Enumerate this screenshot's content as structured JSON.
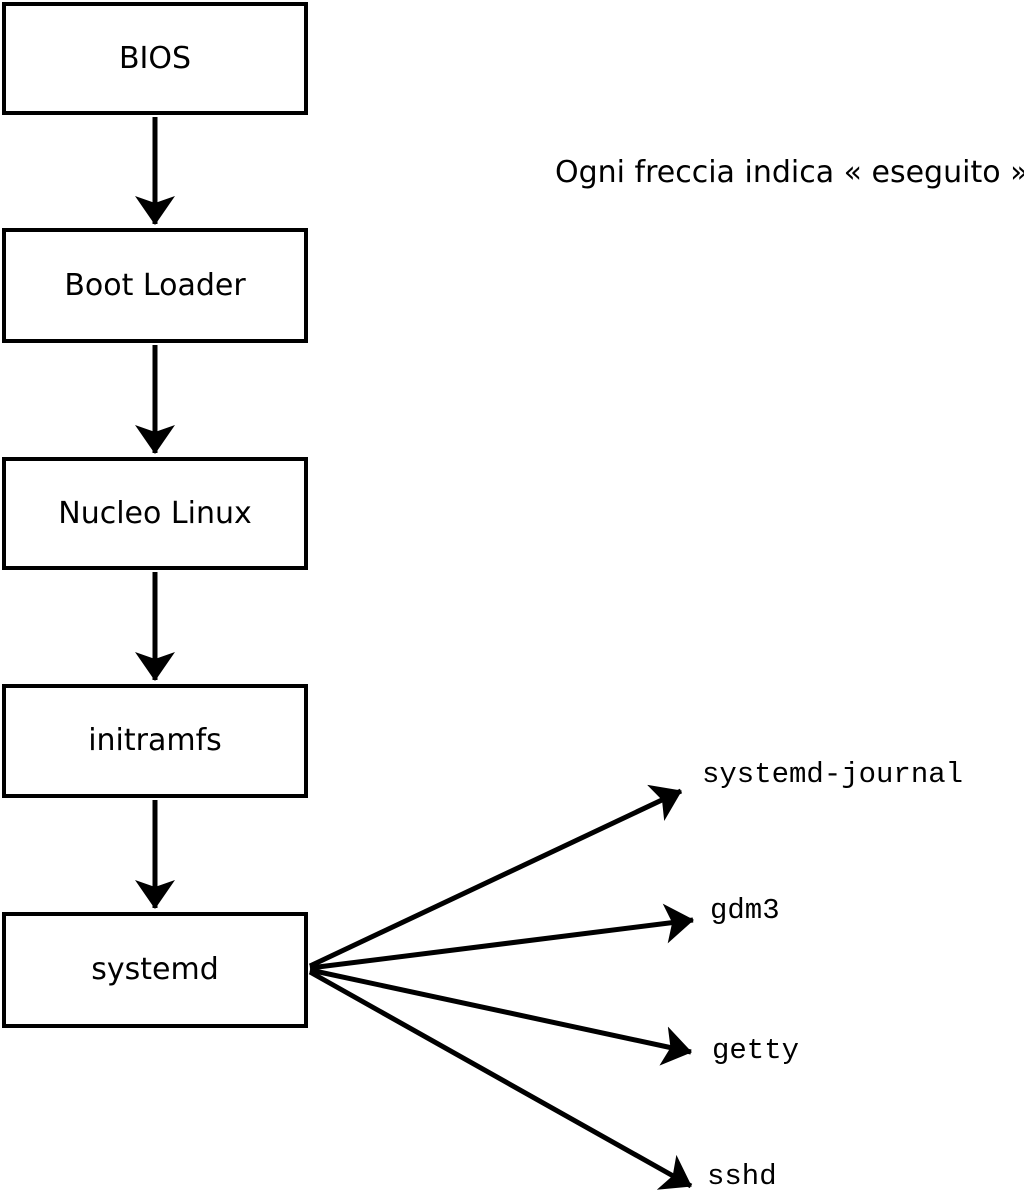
{
  "diagram": {
    "caption": "Ogni freccia indica « eseguito ».",
    "chain": [
      {
        "id": "bios",
        "label": "BIOS"
      },
      {
        "id": "boot-loader",
        "label": "Boot Loader"
      },
      {
        "id": "nucleo-linux",
        "label": "Nucleo Linux"
      },
      {
        "id": "initramfs",
        "label": "initramfs"
      },
      {
        "id": "systemd",
        "label": "systemd"
      }
    ],
    "services": [
      {
        "id": "systemd-journal",
        "label": "systemd-journal"
      },
      {
        "id": "gdm3",
        "label": "gdm3"
      },
      {
        "id": "getty",
        "label": "getty"
      },
      {
        "id": "sshd",
        "label": "sshd"
      }
    ],
    "arrow_meaning": "eseguito",
    "colors": {
      "stroke": "#000000",
      "background": "#ffffff",
      "text": "#000000"
    }
  }
}
